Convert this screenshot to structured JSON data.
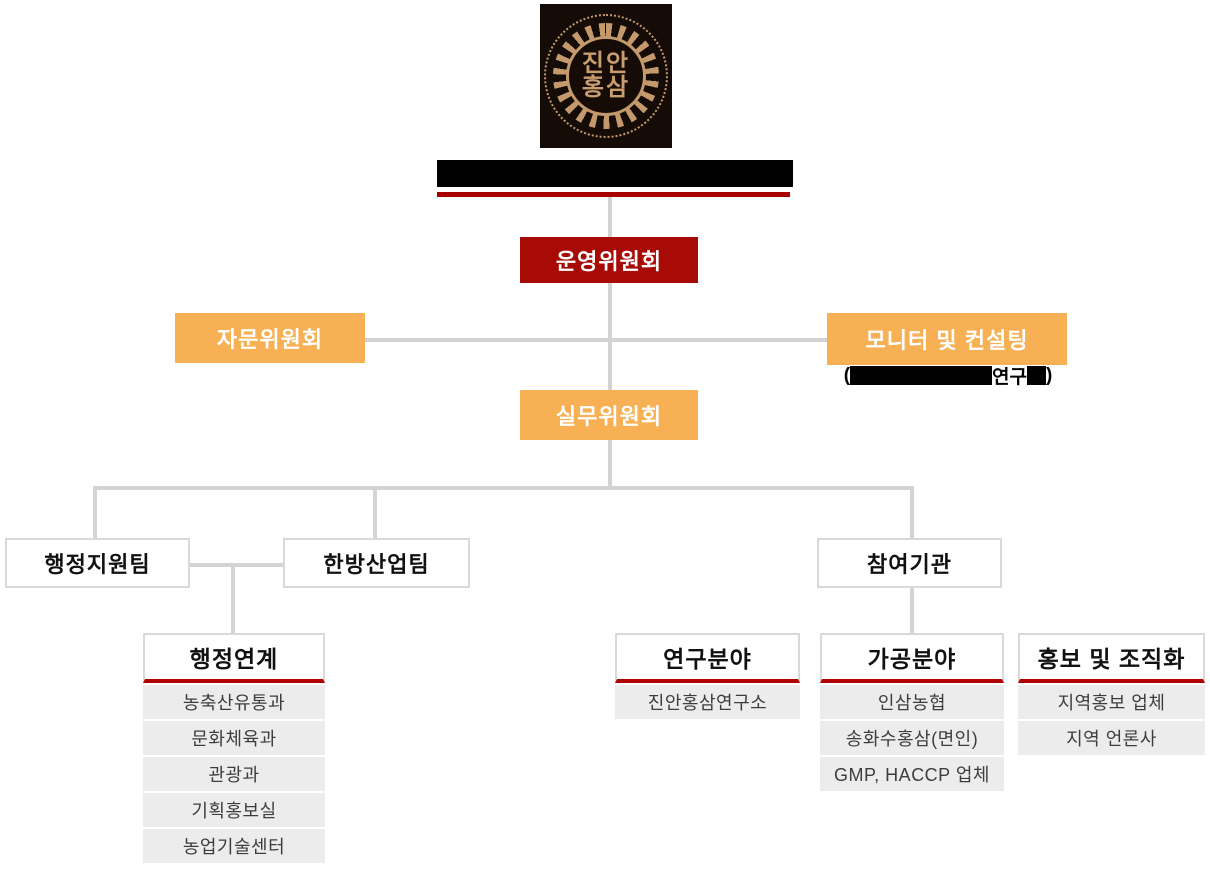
{
  "logo": {
    "emblem_line1": "진안",
    "emblem_line2": "홍삼",
    "background_color": "#150c07",
    "gold_color": "#c49a6c"
  },
  "title": {
    "masked": true,
    "note": "title text obscured by black redaction bar",
    "underline_color": "#a80000"
  },
  "boxes": {
    "operating": "운영위원회",
    "advisory": "자문위원회",
    "monitoring": "모니터 및 컨설팅",
    "working": "실무위원회",
    "admin_team": "행정지원팀",
    "hanbang_team": "한방산업팀",
    "participants": "참여기관"
  },
  "monitoring_note": {
    "open": "(",
    "masked_middle": true,
    "visible_fragment": "연구",
    "masked_tail": true,
    "close": ")"
  },
  "columns": {
    "admin_link": {
      "header": "행정연계",
      "items": [
        "농축산유통과",
        "문화체육과",
        "관광과",
        "기획홍보실",
        "농업기술센터"
      ]
    },
    "research": {
      "header": "연구분야",
      "items": [
        "진안홍삼연구소"
      ]
    },
    "processing": {
      "header": "가공분야",
      "items": [
        "인삼농협",
        "송화수홍삼(면인)",
        "GMP, HACCP 업체"
      ]
    },
    "promotion": {
      "header": "홍보 및 조직화",
      "items": [
        "지역홍보 업체",
        "지역 언론사"
      ]
    }
  },
  "colors": {
    "accent_red": "#a80a06",
    "line_red": "#b00404",
    "orange": "#f7b053",
    "connector_gray": "#d3d3d3",
    "box_border_gray": "#d9d9d9",
    "item_bg_gray": "#ececec"
  }
}
